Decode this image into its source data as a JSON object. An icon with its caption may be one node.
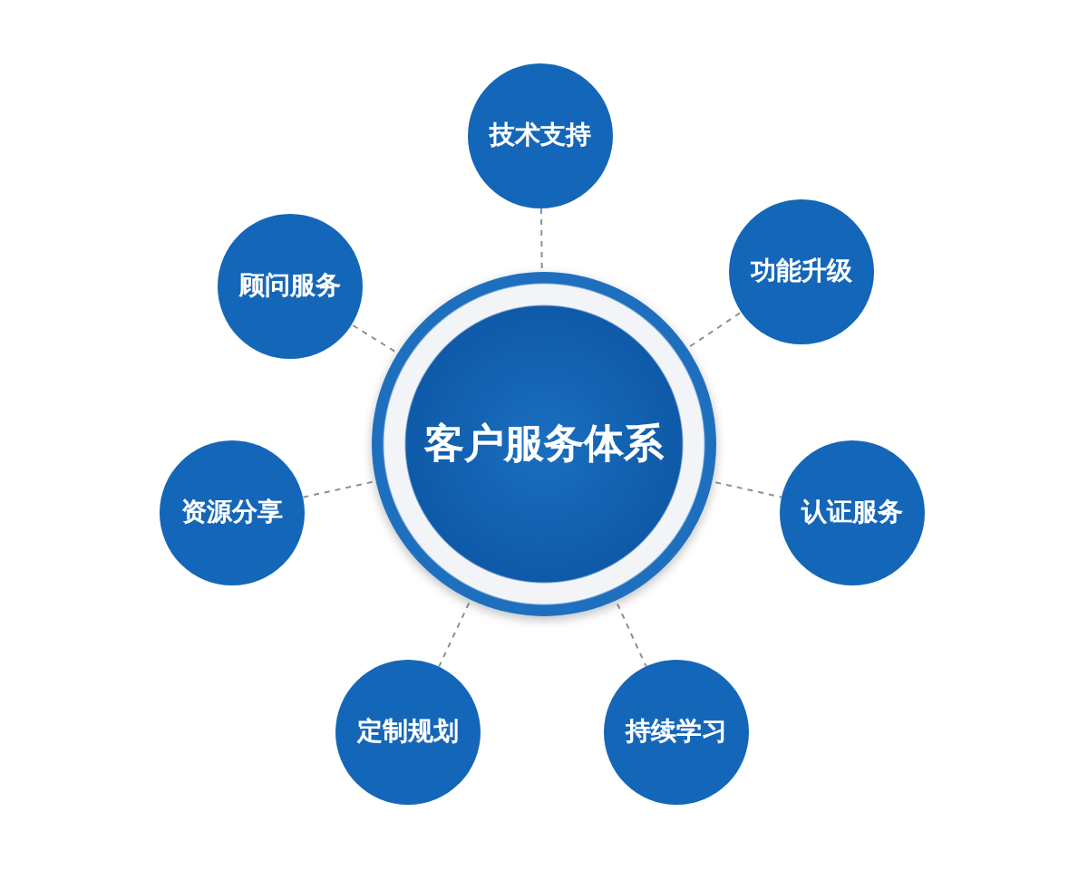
{
  "diagram": {
    "nodes": [
      {
        "text": [
          "客户服务体系"
        ]
      },
      {
        "text": [
          "技术支持"
        ]
      },
      {
        "text": [
          "功能升级"
        ]
      },
      {
        "text": [
          "认证服务"
        ]
      },
      {
        "text": [
          "持续学习"
        ]
      },
      {
        "text": [
          "定制规划"
        ]
      },
      {
        "text": [
          "资源分享"
        ]
      },
      {
        "text": [
          "顾问服务"
        ]
      }
    ],
    "edges": [
      {
        "from": 0,
        "to": 1,
        "arrow": "none",
        "style": "dashed"
      },
      {
        "from": 0,
        "to": 2,
        "arrow": "none",
        "style": "dashed"
      },
      {
        "from": 0,
        "to": 3,
        "arrow": "none",
        "style": "dashed"
      },
      {
        "from": 0,
        "to": 4,
        "arrow": "none",
        "style": "dashed"
      },
      {
        "from": 0,
        "to": 5,
        "arrow": "none",
        "style": "dashed"
      },
      {
        "from": 0,
        "to": 6,
        "arrow": "none",
        "style": "dashed"
      },
      {
        "from": 0,
        "to": 7,
        "arrow": "none",
        "style": "dashed"
      }
    ]
  }
}
